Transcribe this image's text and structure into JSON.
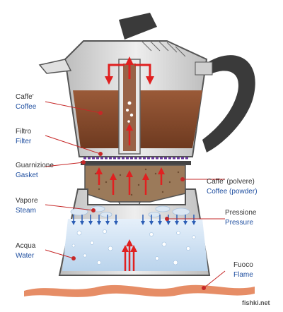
{
  "labels": {
    "coffee": {
      "it": "Caffe'",
      "en": "Coffee"
    },
    "filter": {
      "it": "Filtro",
      "en": "Filter"
    },
    "gasket": {
      "it": "Guarnizione",
      "en": "Gasket"
    },
    "powder": {
      "it": "Caffe' (polvere)",
      "en": "Coffee (powder)"
    },
    "steam": {
      "it": "Vapore",
      "en": "Steam"
    },
    "pressure": {
      "it": "Pressione",
      "en": "Pressure"
    },
    "water": {
      "it": "Acqua",
      "en": "Water"
    },
    "flame": {
      "it": "Fuoco",
      "en": "Flame"
    }
  },
  "watermark": "fishki.net",
  "colors": {
    "coffee": "#8a4a2a",
    "water": "#cfe3f4",
    "metal": "#d8d8d8",
    "handle": "#3a3a3a",
    "arrow": "#e02020",
    "label_it": "#333333",
    "label_en": "#1f4fa0",
    "leader": "#c62828",
    "flame": "#e07040"
  }
}
